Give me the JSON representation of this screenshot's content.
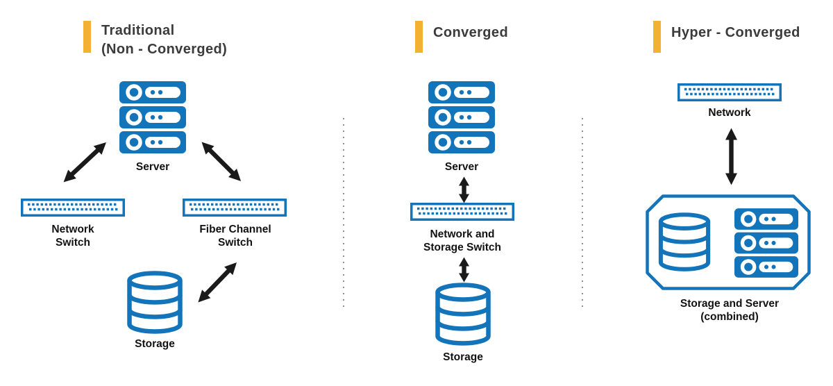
{
  "diagram": {
    "name": "Traditional vs Converged vs Hyper-Converged infrastructure comparison",
    "colors": {
      "blue": "#1474BA",
      "yellow": "#F3B134",
      "arrow_black": "#1A1A1A",
      "divider_gray": "#8F8F8F",
      "title_text": "#3B3B3B",
      "label_text": "#121212",
      "background": "#FFFFFF"
    },
    "columns": [
      {
        "id": "traditional",
        "title_lines": [
          "Traditional",
          "(Non - Converged)"
        ],
        "nodes": {
          "server": {
            "label": "Server"
          },
          "network_switch": {
            "label_lines": [
              "Network",
              "Switch"
            ]
          },
          "fiber_switch": {
            "label_lines": [
              "Fiber Channel",
              "Switch"
            ]
          },
          "storage": {
            "label": "Storage"
          }
        },
        "connections": [
          "Server <-> Network Switch",
          "Server <-> Fiber Channel Switch",
          "Fiber Channel Switch <-> Storage"
        ]
      },
      {
        "id": "converged",
        "title_lines": [
          "Converged"
        ],
        "nodes": {
          "server": {
            "label": "Server"
          },
          "switch": {
            "label_lines": [
              "Network and",
              "Storage Switch"
            ]
          },
          "storage": {
            "label": "Storage"
          }
        },
        "connections": [
          "Server <-> Network and Storage Switch",
          "Network and Storage Switch <-> Storage"
        ]
      },
      {
        "id": "hyper_converged",
        "title_lines": [
          "Hyper - Converged"
        ],
        "nodes": {
          "network": {
            "label": "Network"
          },
          "combined": {
            "label_lines": [
              "Storage and Server",
              "(combined)"
            ]
          }
        },
        "connections": [
          "Network <-> Storage and Server (combined)"
        ]
      }
    ]
  }
}
